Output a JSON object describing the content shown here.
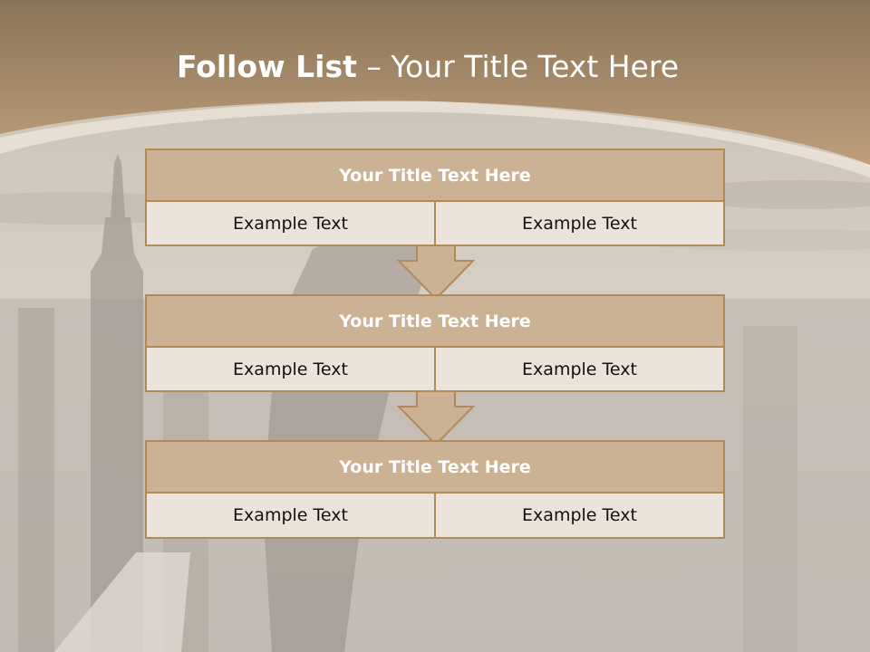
{
  "title": {
    "bold": "Follow List",
    "rest": "– Your Title Text Here"
  },
  "colors": {
    "header": "#b09170",
    "block_title_fill": "#cbb294",
    "block_border": "#b08a5a",
    "cell_fill": "#ebe3da",
    "arrow_fill": "#cbb294"
  },
  "blocks": [
    {
      "title": "Your Title Text Here",
      "cells": [
        "Example Text",
        "Example Text"
      ]
    },
    {
      "title": "Your Title Text Here",
      "cells": [
        "Example Text",
        "Example Text"
      ]
    },
    {
      "title": "Your Title Text Here",
      "cells": [
        "Example Text",
        "Example Text"
      ]
    }
  ]
}
